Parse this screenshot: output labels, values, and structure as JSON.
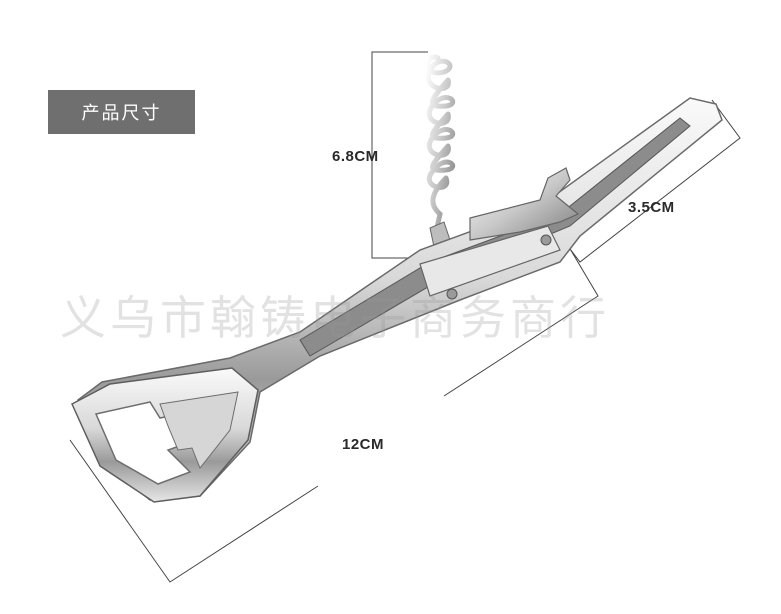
{
  "badge": {
    "label": "产品尺寸"
  },
  "dimensions": {
    "height": "6.8CM",
    "width": "3.5CM",
    "length": "12CM"
  },
  "watermark": "义乌市翰铸电子商务商行",
  "colors": {
    "badge_bg": "#6f6f6f",
    "metal_light": "#f2f2f2",
    "metal_dark": "#8a8a8a",
    "line": "#444444"
  }
}
